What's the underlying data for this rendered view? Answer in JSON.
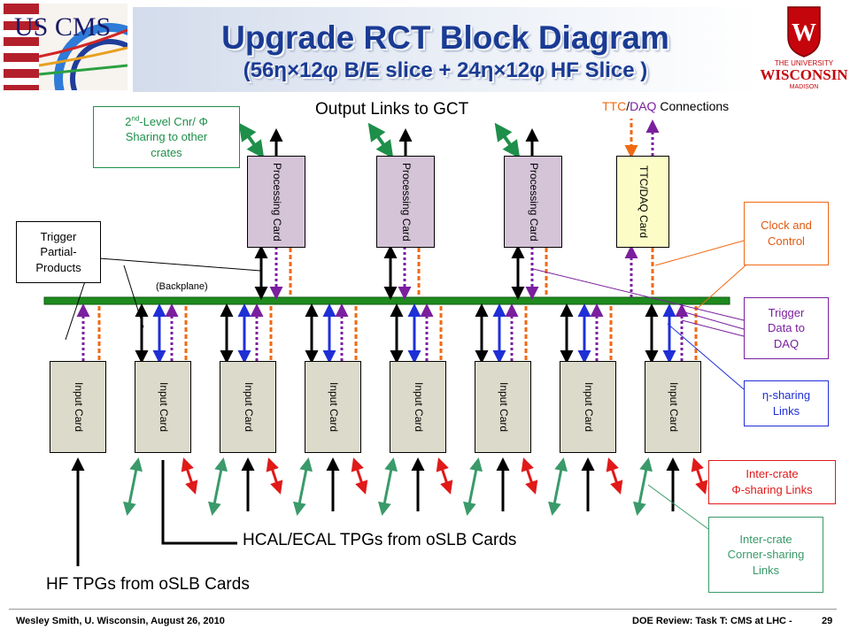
{
  "header": {
    "title": "Upgrade RCT Block Diagram",
    "subtitle": "(56η×12φ B/E slice + 24η×12φ HF Slice )"
  },
  "logos": {
    "left": {
      "text": "US CMS"
    },
    "right": {
      "line1": "THE UNIVERSITY",
      "line2": "WISCONSIN",
      "line3": "MADISON",
      "crest_letter": "W"
    }
  },
  "labels": {
    "output_links": "Output Links to GCT",
    "ttc": "TTC",
    "slash": "/",
    "daq": "DAQ",
    "connections": " Connections",
    "backplane": "(Backplane)",
    "hcal_ecal": "HCAL/ECAL TPGs from oSLB Cards",
    "hf": "HF TPGs from oSLB Cards"
  },
  "callouts": {
    "second_level_line1": "2",
    "second_level_sup": "nd",
    "second_level_line1_rest": "-Level Cnr/ Φ",
    "second_level_line2": "Sharing to other",
    "second_level_line3": "crates",
    "trigger_partial": [
      "Trigger",
      "Partial-",
      "Products"
    ],
    "clock_control": [
      "Clock and",
      "Control"
    ],
    "trigger_data_daq": [
      "Trigger",
      "Data to",
      "DAQ"
    ],
    "eta_sharing": [
      "η-sharing",
      "Links"
    ],
    "inter_crate_phi": [
      "Inter-crate",
      "Φ-sharing Links"
    ],
    "inter_crate_corner": [
      "Inter-crate",
      "Corner-sharing",
      "Links"
    ]
  },
  "cards": {
    "processing": [
      "Processing Card",
      "Processing Card",
      "Processing Card"
    ],
    "ttc_daq": "TTC/DAQ Card",
    "input": [
      "Input Card",
      "Input Card",
      "Input Card",
      "Input Card",
      "Input Card",
      "Input Card",
      "Input Card",
      "Input Card"
    ]
  },
  "colors": {
    "title": "#1a3b94",
    "black_link": "#000000",
    "eta_link": "#1f2fd6",
    "daq_link": "#7a1f9e",
    "ttc_link": "#f06a12",
    "gct_share": "#1e8f4a",
    "phi_link": "#e01919",
    "corner_link": "#3a9a6a",
    "backplane": "#1e8a1e",
    "uw_red": "#c5050c"
  },
  "footer": {
    "left": "Wesley Smith, U. Wisconsin, August 26, 2010",
    "right": "DOE Review: Task T: CMS at LHC -",
    "page": "29"
  }
}
